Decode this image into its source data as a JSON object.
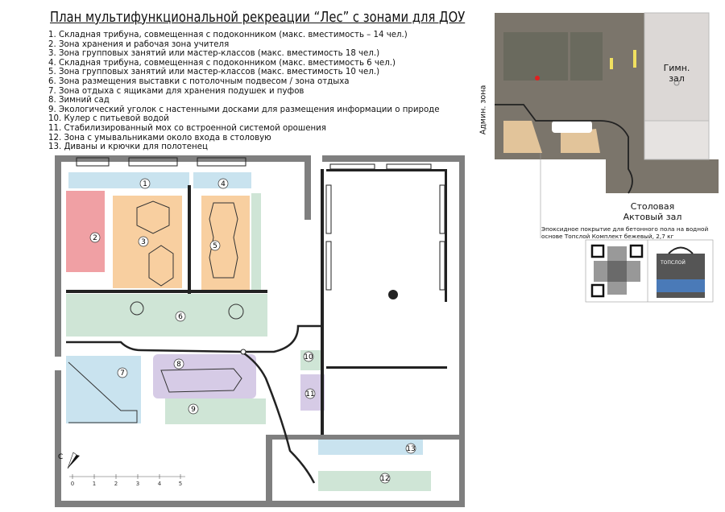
{
  "title": "План мультифункциональной рекреации “Лес” с зонами для ДОУ",
  "legend": [
    "1. Складная трибуна, совмещенная с подоконником (макс. вместимость – 14 чел.)",
    "2. Зона хранения и рабочая зона учителя",
    "3. Зона групповых занятий или мастер-классов (макс. вместимость 18 чел.)",
    "4. Складная трибуна, совмещенная с подоконником (макс. вместимость 6 чел.)",
    "5. Зона групповых занятий или мастер-классов (макс. вместимость 10 чел.)",
    "6. Зона размещения выставки с потолочным подвесом / зона отдыха",
    "7. Зона отдыха с ящиками для хранения подушек и пуфов",
    "8. Зимний сад",
    "9. Экологический уголок с настенными досками для размещения информации о природе",
    "10. Кулер с питьевой водой",
    "11. Стабилизированный мох со встроенной системой орошения",
    "12. Зона с умывальниками около входа в столовую",
    "13. Диваны и крючки для полотенец"
  ],
  "zones": [
    "1",
    "2",
    "3",
    "4",
    "5",
    "6",
    "7",
    "8",
    "9",
    "10",
    "11",
    "12",
    "13"
  ],
  "compass": {
    "label": "С"
  },
  "scale": {
    "ticks": [
      "0",
      "1",
      "2",
      "3",
      "4",
      "5"
    ]
  },
  "mini_plan": {
    "admin": "Админ. зона",
    "gym": "Гимн. зал",
    "dining1": "Столовая",
    "dining2": "Актовый зал"
  },
  "product": {
    "caption1": "Эпоксидное покрытие для бетонного пола на водной",
    "caption2": "основе Топслой Комплект бежевый, 2,7 кг",
    "brand": "ТОПСЛОЙ"
  },
  "colors": {
    "blue": "#c9e3ef",
    "pink": "#f0a0a4",
    "orange": "#f8cfa0",
    "green": "#cfe5d6",
    "purple": "#d6cbe6",
    "wall": "#8a8a8a",
    "floor": "#7b756b",
    "gym": "#dcd8d6"
  }
}
